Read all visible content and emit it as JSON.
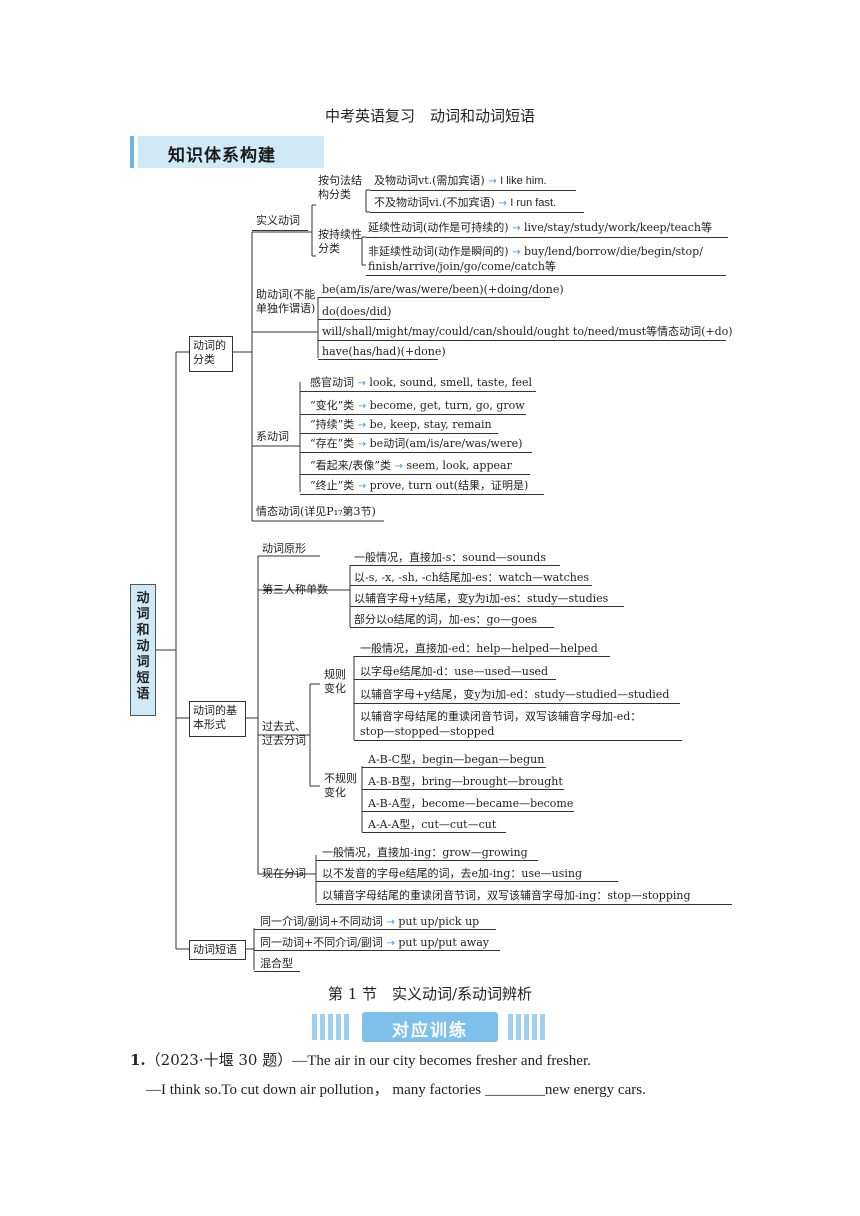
{
  "doc_title": "中考英语复习　动词和动词短语",
  "banner_label": "知识体系构建",
  "root_label": "动词和动词短语",
  "cat": {
    "classify": "动词的分类",
    "forms": "动词的基本形式",
    "phrases": "动词短语"
  },
  "real": {
    "label": "实义动词",
    "by_syntax": "按句法结构分类",
    "vt": "及物动词vt.(需加宾语)",
    "vt_ex": "I like him.",
    "vi": "不及物动词vi.(不加宾语)",
    "vi_ex": "I run fast.",
    "by_dur": "按持续性分类",
    "dur": "延续性动词(动作是可持续的)",
    "dur_ex": "live/stay/study/work/keep/teach等",
    "nondur": "非延续性动词(动作是瞬间的)",
    "nondur_ex1": "buy/lend/borrow/die/begin/stop/",
    "nondur_ex2": "finish/arrive/join/go/come/catch等"
  },
  "aux": {
    "label": "助动词(不能单独作谓语)",
    "items": [
      "be(am/is/are/was/were/been)(+doing/done)",
      "do(does/did)",
      "will/shall/might/may/could/can/should/ought to/need/must等情态动词(+do)",
      "have(has/had)(+done)"
    ]
  },
  "link": {
    "label": "系动词",
    "sense": "感官动词",
    "sense_ex": "look, sound, smell, taste, feel",
    "change": "“变化”类",
    "change_ex": "become, get, turn, go, grow",
    "last": "“持续”类",
    "last_ex": "be, keep, stay, remain",
    "exist": "“存在”类",
    "exist_ex": "be动词(am/is/are/was/were)",
    "seem": "“看起来/表像”类",
    "seem_ex": "seem, look, appear",
    "end": "“终止”类",
    "end_ex": "prove, turn out(结果，证明是)"
  },
  "modal": "情态动词(详见P₁₇第3节)",
  "base": "动词原形",
  "third": {
    "label": "第三人称单数",
    "items": [
      "一般情况，直接加-s：sound—sounds",
      "以-s, -x, -sh, -ch结尾加-es：watch—watches",
      "以辅音字母+y结尾，变y为i加-es：study—studies",
      "部分以o结尾的词，加-es：go—goes"
    ]
  },
  "past": {
    "label": "过去式、过去分词",
    "regular": "规则变化",
    "reg_items": [
      "一般情况，直接加-ed：help—helped—helped",
      "以字母e结尾加-d：use—used—used",
      "以辅音字母+y结尾，变y为i加-ed：study—studied—studied"
    ],
    "reg_last1": "以辅音字母结尾的重读闭音节词，双写该辅音字母加-ed：",
    "reg_last2": "stop—stopped—stopped",
    "irregular": "不规则变化",
    "irr_items": [
      "A-B-C型，begin—began—begun",
      "A-B-B型，bring—brought—brought",
      "A-B-A型，become—became—become",
      "A-A-A型，cut—cut—cut"
    ]
  },
  "present": {
    "label": "现在分词",
    "items": [
      "一般情况，直接加-ing：grow—growing",
      "以不发音的字母e结尾的词，去e加-ing：use—using",
      "以辅音字母结尾的重读闭音节词，双写该辅音字母加-ing：stop—stopping"
    ]
  },
  "phr": {
    "p1": "同一介词/副词+不同动词",
    "p1_ex": "put up/pick up",
    "p2": "同一动词+不同介词/副词",
    "p2_ex": "put up/put away",
    "p3": "混合型"
  },
  "section": "第 1 节　实义动词/系动词辨析",
  "training": "对应训练",
  "question": {
    "num": "1.",
    "source": "（2023·十堰 30 题）",
    "line1": "—The air in our city becomes fresher and fresher.",
    "line2_a": "—I think so.To cut down air pollution，  many factories  ",
    "blank": "________",
    "line2_b": "new energy cars."
  }
}
